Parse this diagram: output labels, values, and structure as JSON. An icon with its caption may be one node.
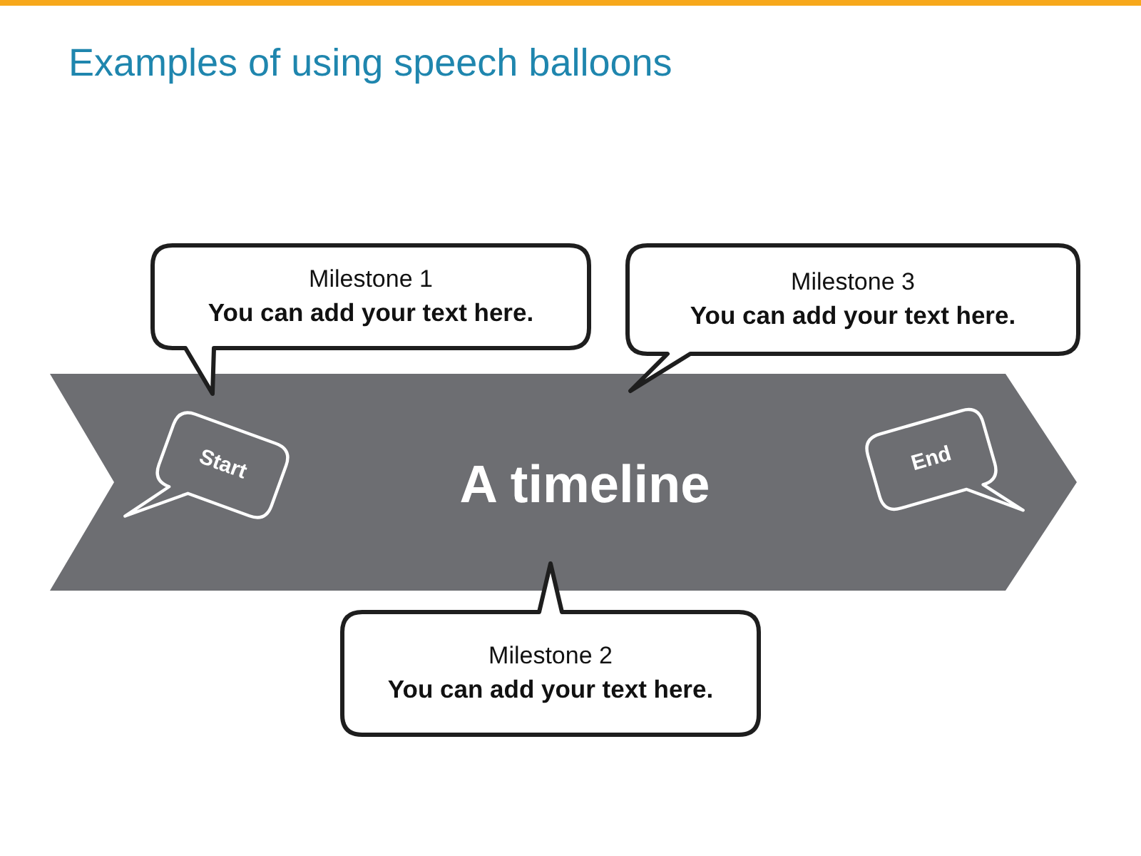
{
  "diagram": {
    "title": "Examples of using speech balloons",
    "nodes": [
      {
        "text": [
          "Milestone 1",
          "You can add your text here."
        ]
      },
      {
        "text": [
          "Milestone 3",
          "You can add your text here."
        ]
      },
      {
        "text": [
          "A timeline"
        ]
      },
      {
        "text": [
          "Start"
        ],
        "in": 2
      },
      {
        "text": [
          "End"
        ],
        "in": 2
      },
      {
        "text": [
          "Milestone 2",
          "You can add your text here."
        ]
      }
    ]
  }
}
